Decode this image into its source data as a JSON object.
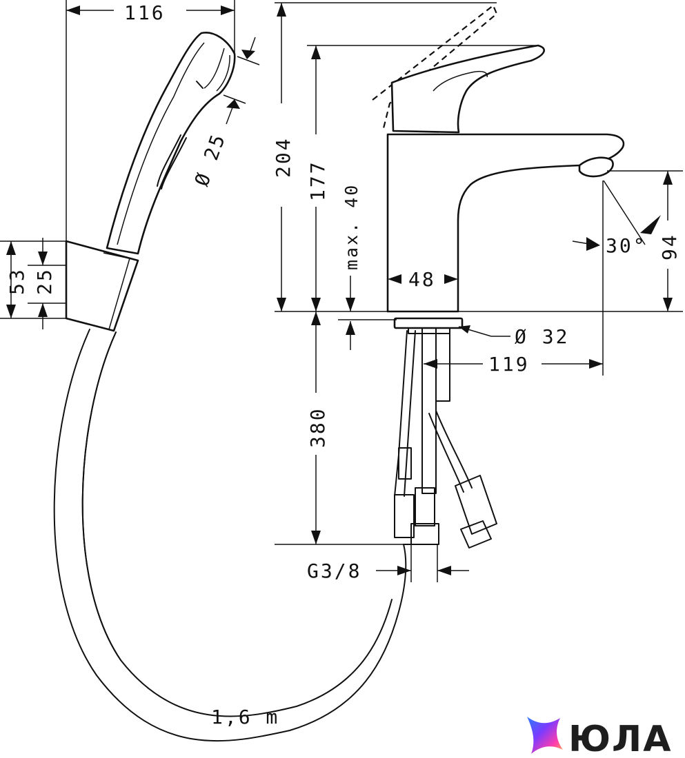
{
  "dimensions": {
    "holder_width": "116",
    "spray_diameter": "Ø 25",
    "holder_height_total": "53",
    "holder_height_inner": "25",
    "total_height": "204",
    "spout_height": "177",
    "max_thickness": "max. 40",
    "body_width": "48",
    "spout_angle": "30°",
    "aerator_height": "94",
    "base_diameter": "Ø 32",
    "spout_reach": "119",
    "hose_length_under": "380",
    "thread": "G3/8",
    "shower_hose_length": "1,6 m"
  },
  "brand": {
    "name": "ЮЛА",
    "logo_colors": [
      "#2b7cff",
      "#7a3cff",
      "#ff3cac",
      "#ffb13c"
    ]
  }
}
